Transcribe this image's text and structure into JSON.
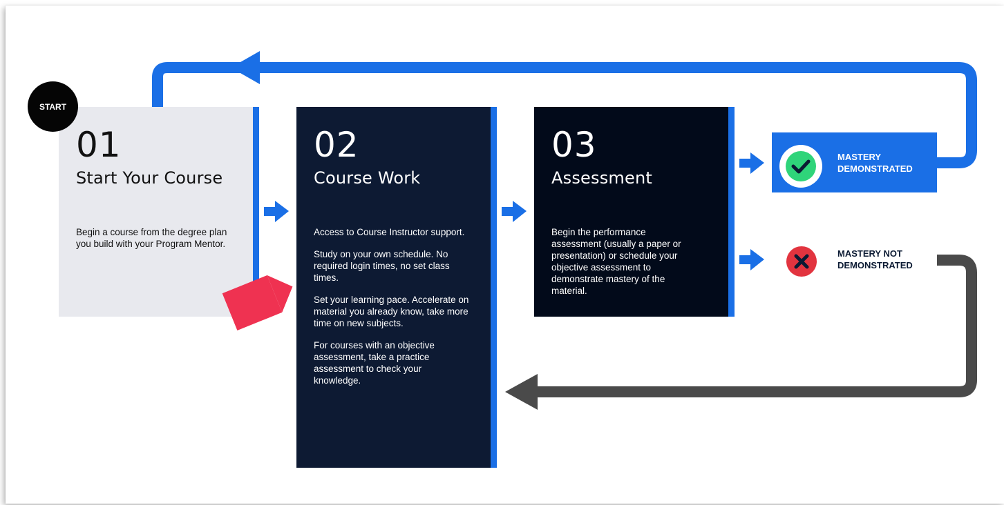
{
  "start_label": "START",
  "steps": [
    {
      "number": "01",
      "title": "Start Your Course",
      "paragraphs": [
        "Begin a course from the degree plan you build with your Program Mentor."
      ]
    },
    {
      "number": "02",
      "title": "Course Work",
      "paragraphs": [
        "Access to Course Instructor support.",
        "Study on your own schedule. No required login times, no set class times.",
        "Set your learning pace. Accelerate on material you already know, take more time on new subjects.",
        "For courses with an objective assessment, take a practice assessment to check your knowledge."
      ]
    },
    {
      "number": "03",
      "title": "Assessment",
      "paragraphs": [
        "Begin the performance assessment (usually a paper or presentation) or schedule your objective assessment to demonstrate mastery of the material."
      ]
    }
  ],
  "outcomes": {
    "demonstrated": {
      "label_line1": "MASTERY",
      "label_line2": "DEMONSTRATED",
      "icon": "check-circle-icon"
    },
    "not_demonstrated": {
      "label_line1": "MASTERY NOT",
      "label_line2": "DEMONSTRATED",
      "icon": "x-circle-icon"
    }
  },
  "colors": {
    "accent_blue": "#1a6fe6",
    "loop_gray": "#4a4a4a",
    "card1_bg": "#e8e9ee",
    "card2_bg": "#0d1a33",
    "card3_bg": "#020a1a",
    "success_green": "#2fd47a",
    "fail_red": "#e2343f",
    "pointer_red": "#ef3251"
  }
}
